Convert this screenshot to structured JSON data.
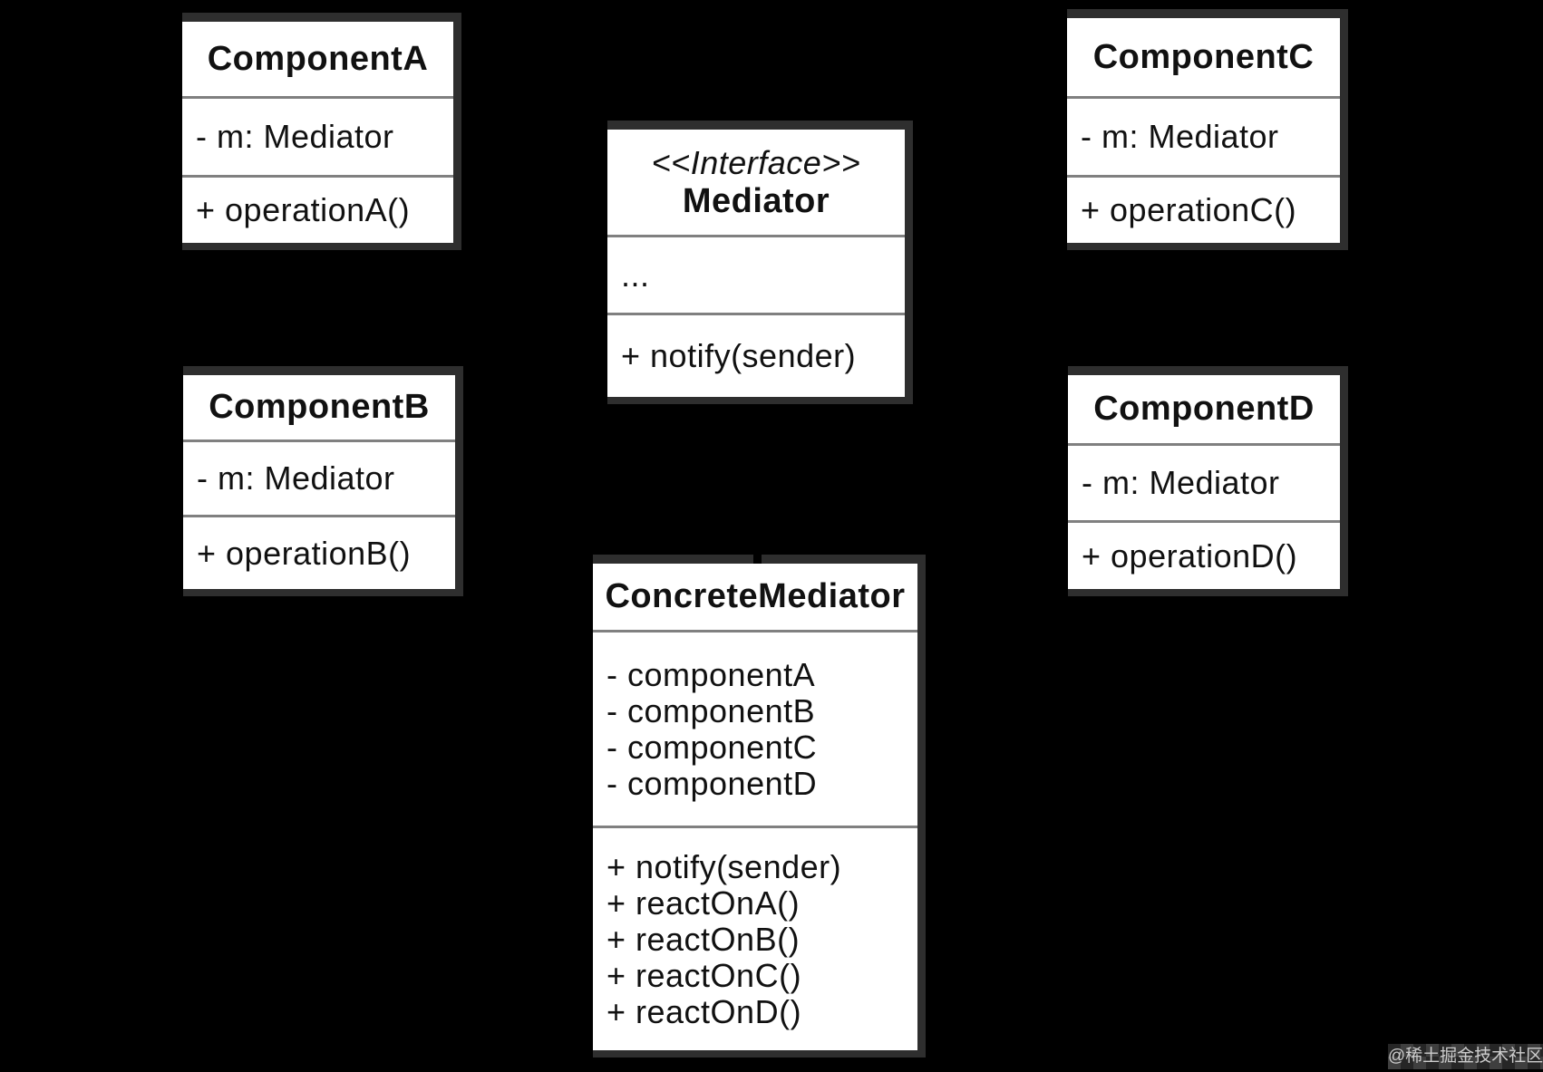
{
  "diagram": {
    "kind": "uml-class-diagram",
    "pattern": "Mediator",
    "background_color": "#000000",
    "box_fill_color": "#ffffff",
    "box_border_color": "#2e2e2e",
    "separator_color": "#808080",
    "text_color": "#111111"
  },
  "classes": [
    {
      "title": "ComponentA",
      "attributes": [
        "- m: Mediator"
      ],
      "methods": [
        "+ operationA()"
      ]
    },
    {
      "title": "ComponentB",
      "attributes": [
        "- m: Mediator"
      ],
      "methods": [
        "+ operationB()"
      ]
    },
    {
      "title": "ComponentC",
      "attributes": [
        "- m: Mediator"
      ],
      "methods": [
        "+ operationC()"
      ]
    },
    {
      "title": "ComponentD",
      "attributes": [
        "- m: Mediator"
      ],
      "methods": [
        "+ operationD()"
      ]
    },
    {
      "stereotype": "<<Interface>>",
      "title": "Mediator",
      "attributes": [
        "..."
      ],
      "methods": [
        "+ notify(sender)"
      ]
    },
    {
      "title": "ConcreteMediator",
      "attributes": [
        "- componentA",
        "- componentB",
        "- componentC",
        "- componentD"
      ],
      "methods": [
        "+ notify(sender)",
        "+ reactOnA()",
        "+ reactOnB()",
        "+ reactOnC()",
        "+ reactOnD()"
      ]
    }
  ],
  "watermark": {
    "text": "@稀土掘金技术社区",
    "text_color": "#cccccc"
  }
}
